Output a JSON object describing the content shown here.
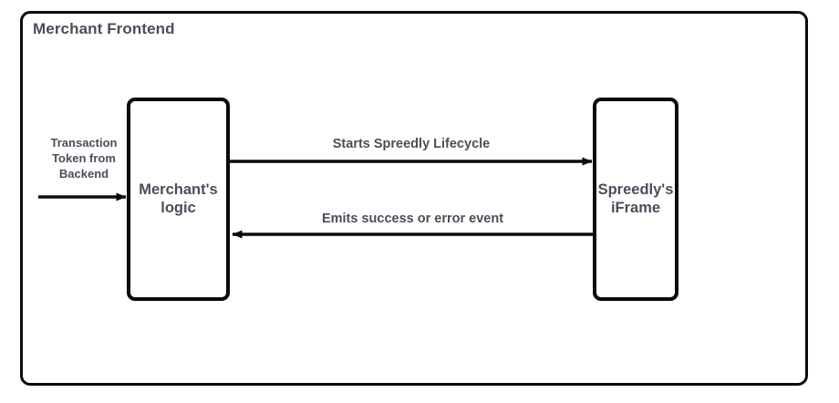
{
  "diagram": {
    "type": "flow-diagram",
    "container": {
      "title": "Merchant Frontend",
      "border_color": "#0b0b0b",
      "background": "#ffffff"
    },
    "text_color": "#4a4e5a",
    "nodes": [
      {
        "id": "merchant-logic",
        "label": "Merchant's\nlogic",
        "shape": "rounded-rectangle"
      },
      {
        "id": "spreedly-iframe",
        "label": "Spreedly's\niFrame",
        "shape": "rounded-rectangle"
      }
    ],
    "edges": [
      {
        "id": "transaction-token",
        "label": "Transaction\nToken from\nBackend",
        "from": "external-backend",
        "to": "merchant-logic",
        "direction": "right"
      },
      {
        "id": "starts-lifecycle",
        "label": "Starts Spreedly Lifecycle",
        "from": "merchant-logic",
        "to": "spreedly-iframe",
        "direction": "right"
      },
      {
        "id": "emits-event",
        "label": "Emits success or error event",
        "from": "spreedly-iframe",
        "to": "merchant-logic",
        "direction": "left"
      }
    ]
  }
}
